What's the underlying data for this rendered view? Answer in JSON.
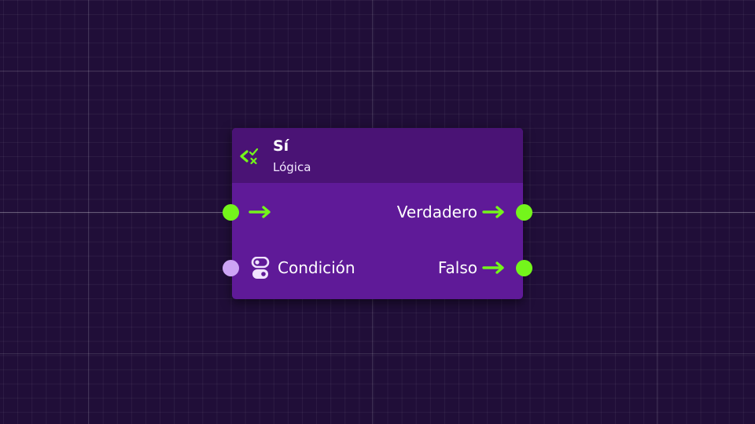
{
  "node": {
    "title": "Sí",
    "category": "Lógica",
    "inputs": [
      {
        "kind": "exec",
        "label": "",
        "icon": "arrow-right-icon"
      },
      {
        "kind": "data",
        "label": "Condición",
        "icon": "toggle-icon"
      }
    ],
    "outputs": [
      {
        "kind": "exec",
        "label": "Verdadero",
        "icon": "arrow-right-icon"
      },
      {
        "kind": "exec",
        "label": "Falso",
        "icon": "arrow-right-icon"
      }
    ],
    "header_icon": "branch-check-x-icon"
  },
  "colors": {
    "background": "#200e38",
    "node_body": "#5f1a98",
    "node_header": "#4a1375",
    "exec_accent": "#74f51b",
    "data_port": "#cda4f5"
  }
}
